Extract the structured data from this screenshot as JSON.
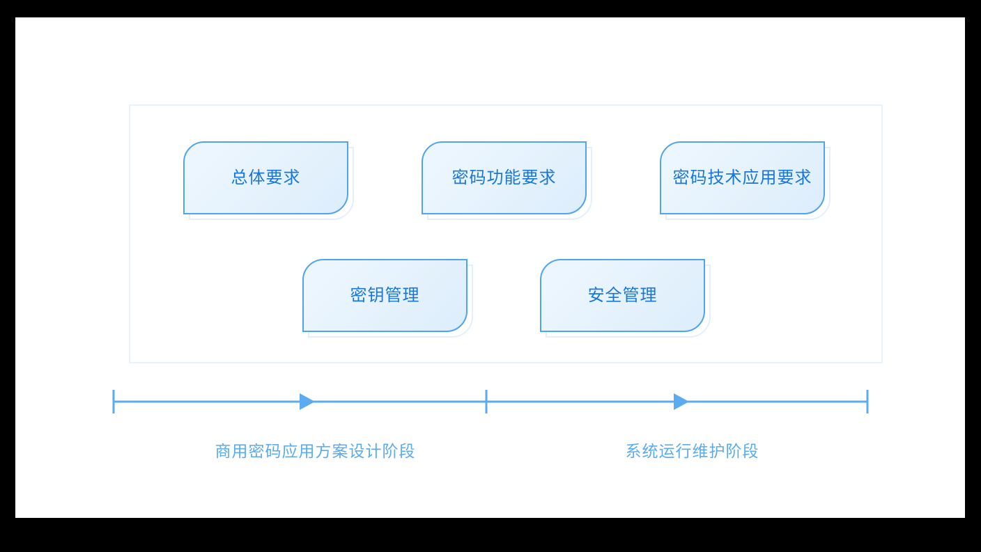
{
  "slide": {
    "background_color": "#ffffff",
    "frame_color": "#000000"
  },
  "group_container": {
    "border_color": "#e7f2fb"
  },
  "nodes": [
    {
      "label": "总体要求",
      "row": 1,
      "col": 1
    },
    {
      "label": "密码功能要求",
      "row": 1,
      "col": 2
    },
    {
      "label": "密码技术应用要求",
      "row": 1,
      "col": 3
    },
    {
      "label": "密钥管理",
      "row": 2,
      "col": 1
    },
    {
      "label": "安全管理",
      "row": 2,
      "col": 2
    }
  ],
  "node_style": {
    "border_color": "#4da4f0",
    "fill_color": "#e7f3fd",
    "text_color": "#1877d8",
    "shadow_border_color": "#e3f0fb"
  },
  "timeline": {
    "line_color": "#5aabf0",
    "label_color": "#5aabf0",
    "phases": [
      {
        "label": "商用密码应用方案设计阶段"
      },
      {
        "label": "系统运行维护阶段"
      }
    ]
  },
  "icons": {
    "arrow": "arrow-right-icon",
    "tick": "tick-mark-icon"
  }
}
